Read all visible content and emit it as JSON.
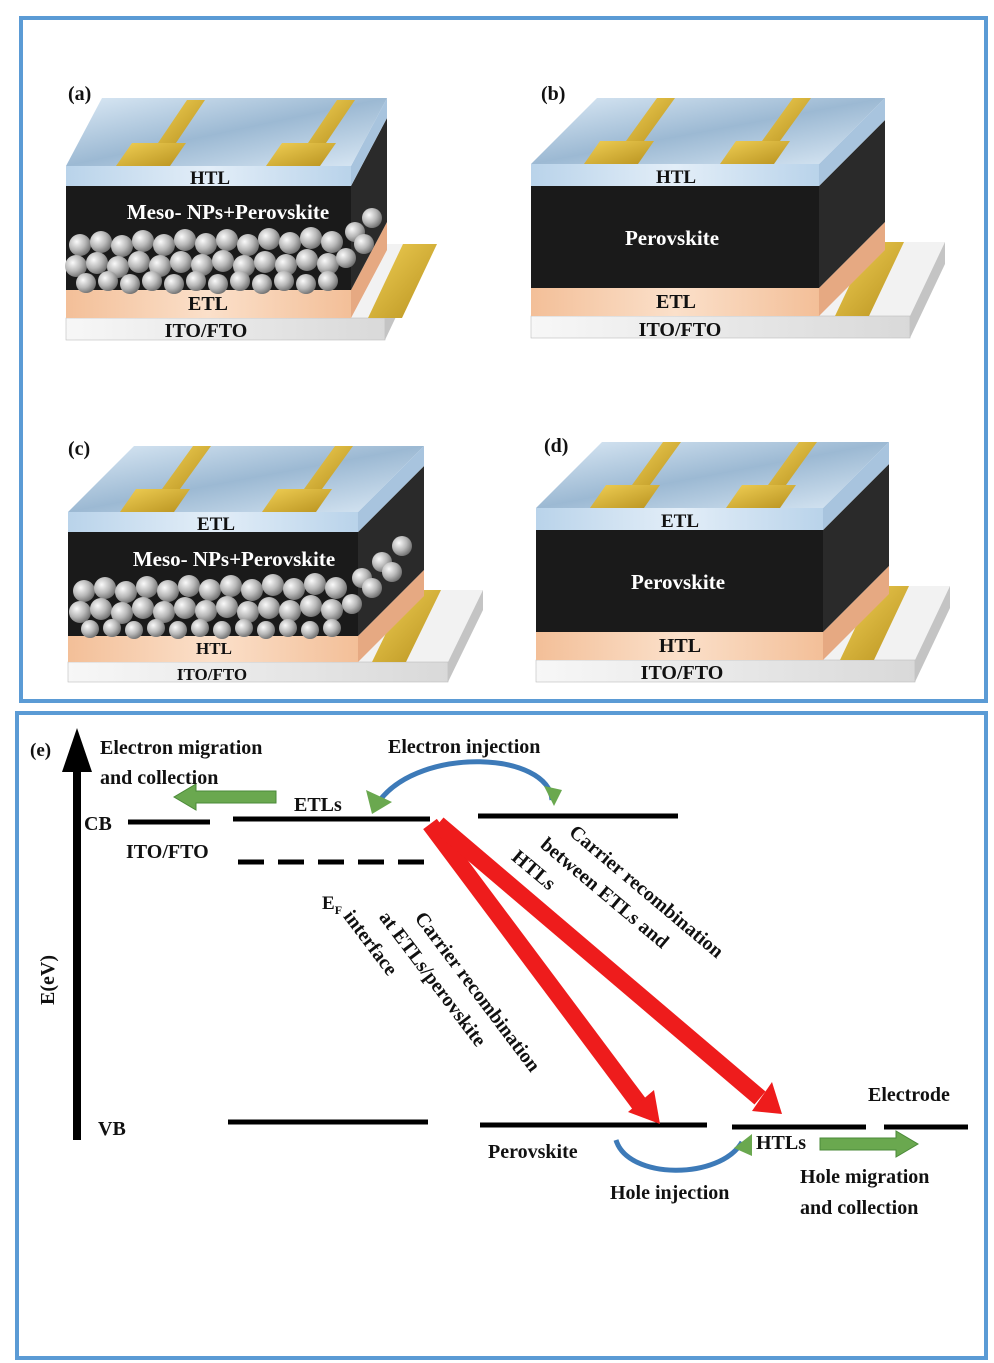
{
  "colors": {
    "frame": "#5b9bd5",
    "htl_etl_top": "#cfe3f3",
    "perovskite": "#1a1a1a",
    "transport": "#f5c7a3",
    "substrate": "#ececec",
    "contact_gold": "#d9b334",
    "recombination_arrow": "#ee1c1c",
    "migration_arrow": "#6aa84f",
    "injection_arrow": "#3d7ab8"
  },
  "panels": [
    {
      "id": "a",
      "label": "(a)",
      "top": "HTL",
      "mid": "Meso- NPs+Perovskite",
      "bottom": "ETL",
      "substrate": "ITO/FTO",
      "mesoporous": true
    },
    {
      "id": "b",
      "label": "(b)",
      "top": "HTL",
      "mid": "Perovskite",
      "bottom": "ETL",
      "substrate": "ITO/FTO",
      "mesoporous": false
    },
    {
      "id": "c",
      "label": "(c)",
      "top": "ETL",
      "mid": "Meso- NPs+Perovskite",
      "bottom": "HTL",
      "substrate": "ITO/FTO",
      "mesoporous": true
    },
    {
      "id": "d",
      "label": "(d)",
      "top": "ETL",
      "mid": "Perovskite",
      "bottom": "HTL",
      "substrate": "ITO/FTO",
      "mesoporous": false
    }
  ],
  "energy": {
    "label": "(e)",
    "axis_label": "E(eV)",
    "cb": "CB",
    "vb": "VB",
    "ito_fto": "ITO/FTO",
    "etls": "ETLs",
    "ef_main": "E",
    "ef_sub": "F",
    "electron_migration": [
      "Electron migration",
      "and collection"
    ],
    "electron_injection": "Electron injection",
    "recomb_interface": [
      "Carrier recombination",
      "at ETLs/perovskite",
      "interface"
    ],
    "recomb_between": [
      "Carrier recombination",
      "between ETLs and",
      "HTLs"
    ],
    "electrode": "Electrode",
    "perovskite": "Perovskite",
    "htls": "HTLs",
    "hole_injection": "Hole injection",
    "hole_migration": [
      "Hole migration",
      "and collection"
    ]
  }
}
